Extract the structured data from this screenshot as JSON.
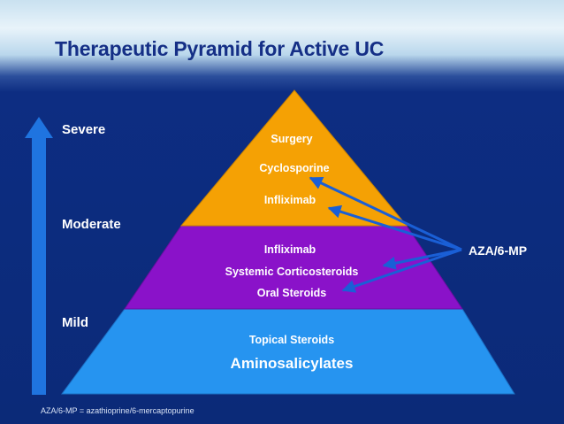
{
  "title": "Therapeutic Pyramid for Active UC",
  "severity_levels": [
    "Severe",
    "Moderate",
    "Mild"
  ],
  "pyramid": {
    "top": [
      "Surgery",
      "Cyclosporine",
      "Infliximab"
    ],
    "middle": [
      "Infliximab",
      "Systemic Corticosteroids",
      "Oral Steroids"
    ],
    "bottom": [
      "Topical Steroids",
      "Aminosalicylates"
    ]
  },
  "side_agent": "AZA/6-MP",
  "footnote": "AZA/6-MP = azathioprine/6-mercaptopurine",
  "colors": {
    "top_tier": "#f5a104",
    "middle_tier": "#8a12c9",
    "bottom_tier": "#2694f0",
    "arrow": "#2f8be6",
    "background": "#0b2a78",
    "title": "#152f86"
  }
}
